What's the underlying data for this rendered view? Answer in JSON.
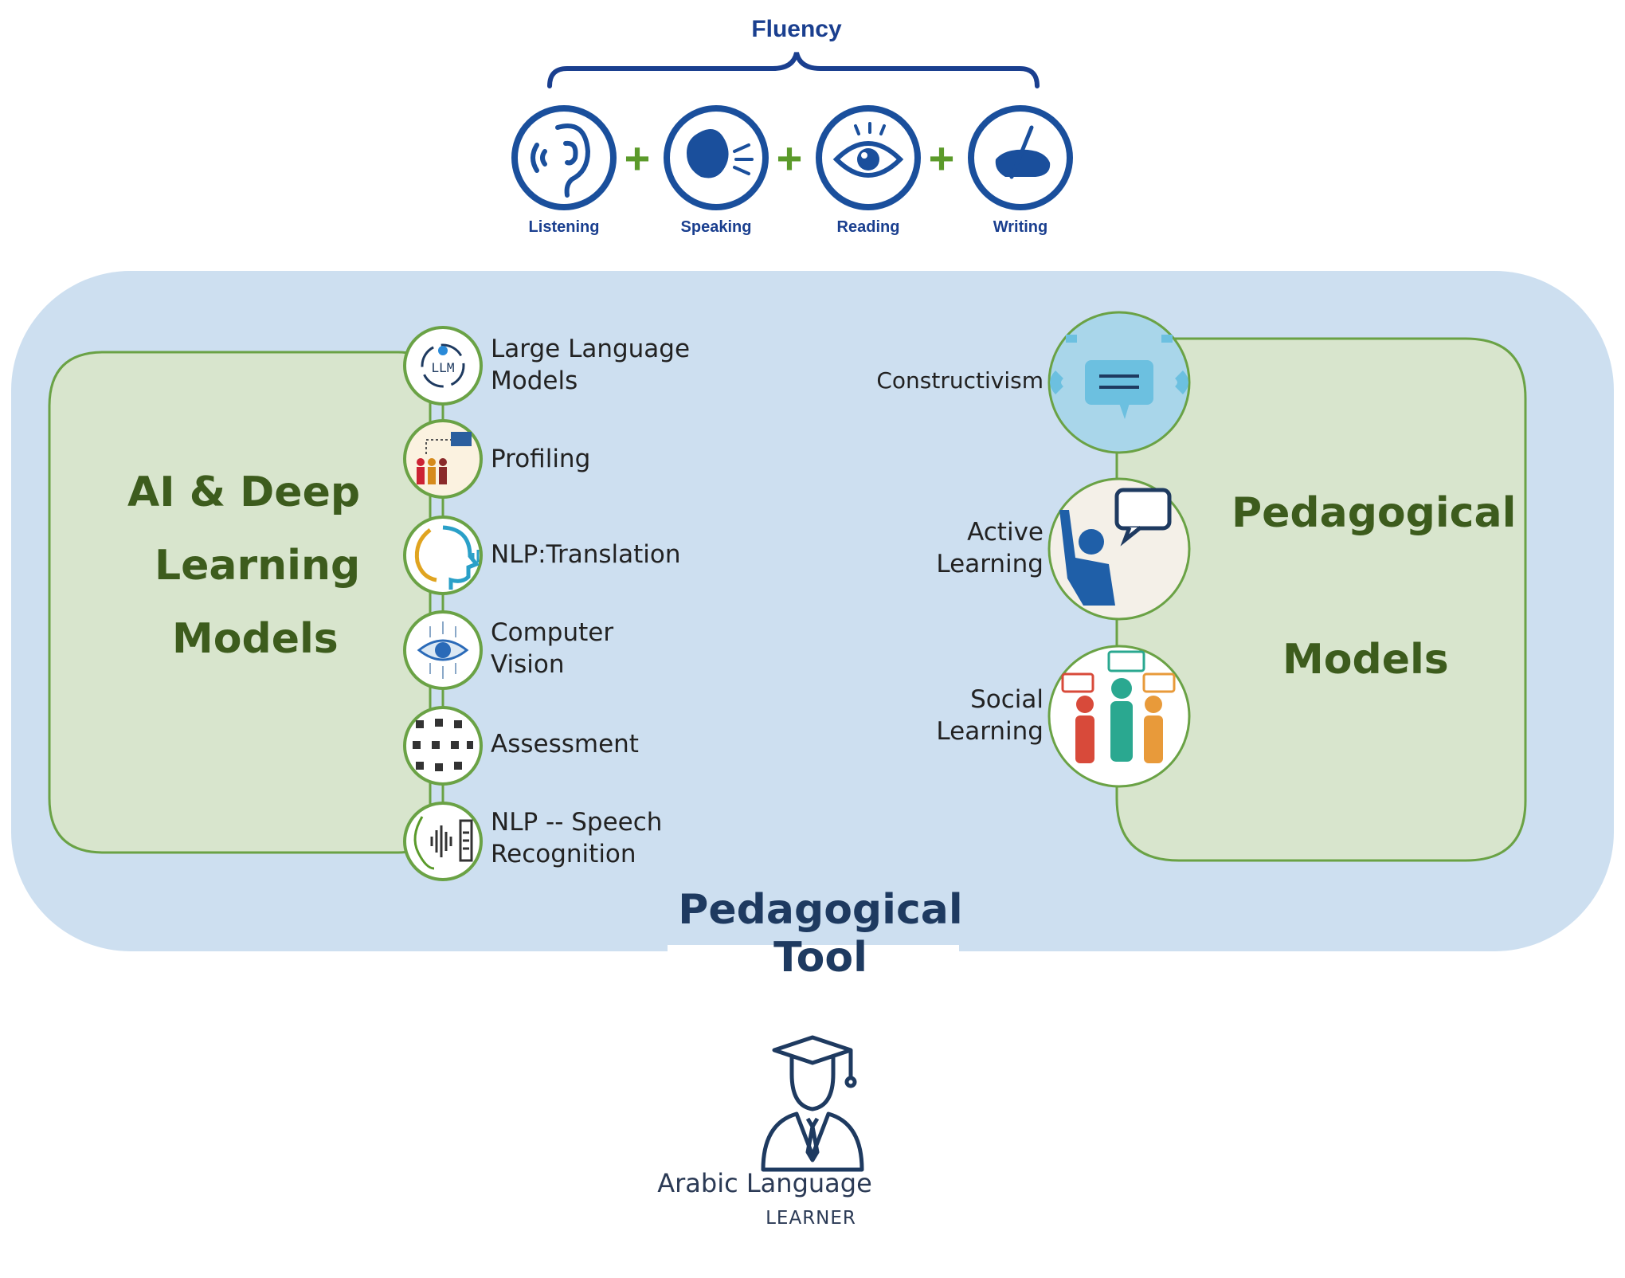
{
  "fluency": {
    "title": "Fluency",
    "skills": [
      {
        "label": "Listening",
        "icon": "ear-icon"
      },
      {
        "label": "Speaking",
        "icon": "speaking-head-icon"
      },
      {
        "label": "Reading",
        "icon": "eye-icon"
      },
      {
        "label": "Writing",
        "icon": "writing-hand-icon"
      }
    ],
    "plus": "+"
  },
  "ai_models": {
    "title_lines": [
      "AI & Deep",
      "Learning",
      "Models"
    ],
    "items": [
      {
        "lines": [
          "Large Language",
          "Models"
        ],
        "icon": "llm-icon"
      },
      {
        "lines": [
          "Profiling"
        ],
        "icon": "profiling-icon"
      },
      {
        "lines": [
          "NLP:Translation"
        ],
        "icon": "translation-head-icon"
      },
      {
        "lines": [
          "Computer",
          "Vision"
        ],
        "icon": "computer-vision-eye-icon"
      },
      {
        "lines": [
          "Assessment"
        ],
        "icon": "assessment-icons-grid-icon"
      },
      {
        "lines": [
          "NLP -- Speech",
          "Recognition"
        ],
        "icon": "speech-waveform-icon"
      }
    ]
  },
  "pedagogical_models": {
    "title_lines": [
      "Pedagogical",
      "Models"
    ],
    "items": [
      {
        "lines": [
          "Constructivism"
        ],
        "icon": "chat-bubble-icon"
      },
      {
        "lines": [
          "Active",
          "Learning"
        ],
        "icon": "raised-hand-student-icon"
      },
      {
        "lines": [
          "Social",
          "Learning"
        ],
        "icon": "group-people-icon"
      }
    ]
  },
  "tool": {
    "title": "Pedagogical Tool"
  },
  "learner": {
    "line1": "Arabic Language",
    "line2": "LEARNER",
    "icon": "graduate-student-icon"
  },
  "colors": {
    "fluency_blue": "#1a3f8f",
    "plus_green": "#5b9a2a",
    "panel_blue": "#cddff0",
    "panel_green": "#d8e5cd",
    "green_border": "#6aa245",
    "green_title": "#3d5c1d",
    "tool_title": "#1e3a60"
  }
}
